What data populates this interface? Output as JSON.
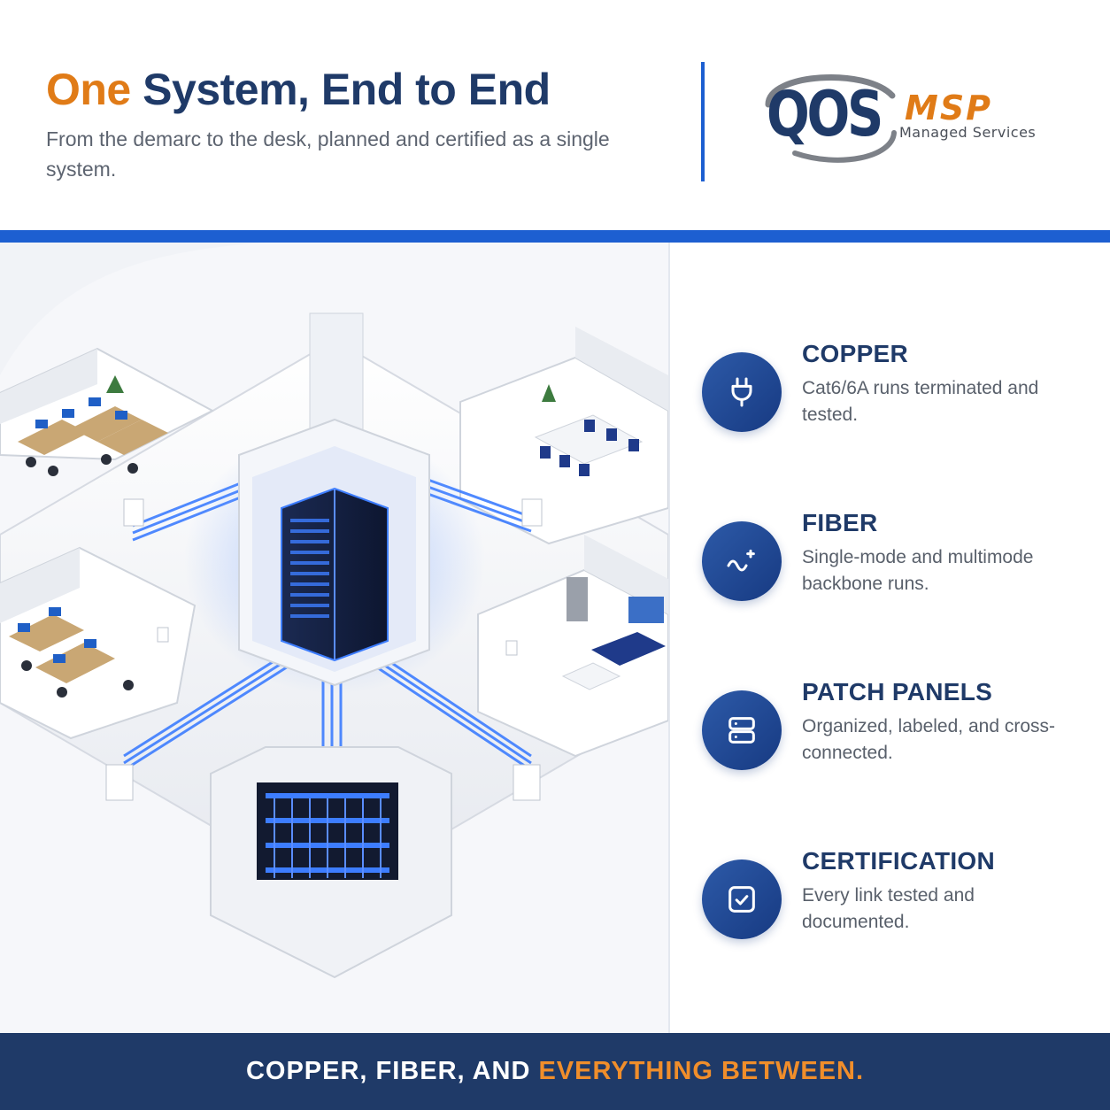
{
  "header": {
    "title_accent": "One",
    "title_main": "System, End to End",
    "subtitle": "From the demarc to the desk, planned and certified as a single system."
  },
  "logo": {
    "mark": "QOS",
    "brand": "MSP",
    "tagline": "Managed Services"
  },
  "illustration": {
    "icon": "network-building-illustration"
  },
  "features": [
    {
      "title": "COPPER",
      "description": "Cat6/6A runs terminated and tested.",
      "icon": "plug-icon"
    },
    {
      "title": "FIBER",
      "description": "Single-mode and multimode backbone runs.",
      "icon": "fiber-wave-icon"
    },
    {
      "title": "PATCH PANELS",
      "description": "Organized, labeled, and cross-connected.",
      "icon": "server-panel-icon"
    },
    {
      "title": "CERTIFICATION",
      "description": "Every link tested and documented.",
      "icon": "checkbox-icon"
    }
  ],
  "footer": {
    "text_white": "COPPER, FIBER, AND",
    "text_orange": "EVERYTHING BETWEEN."
  },
  "colors": {
    "navy": "#1f3a68",
    "orange": "#e07b17",
    "blue": "#1d5fd1",
    "cable_blue": "#3d7dff"
  }
}
